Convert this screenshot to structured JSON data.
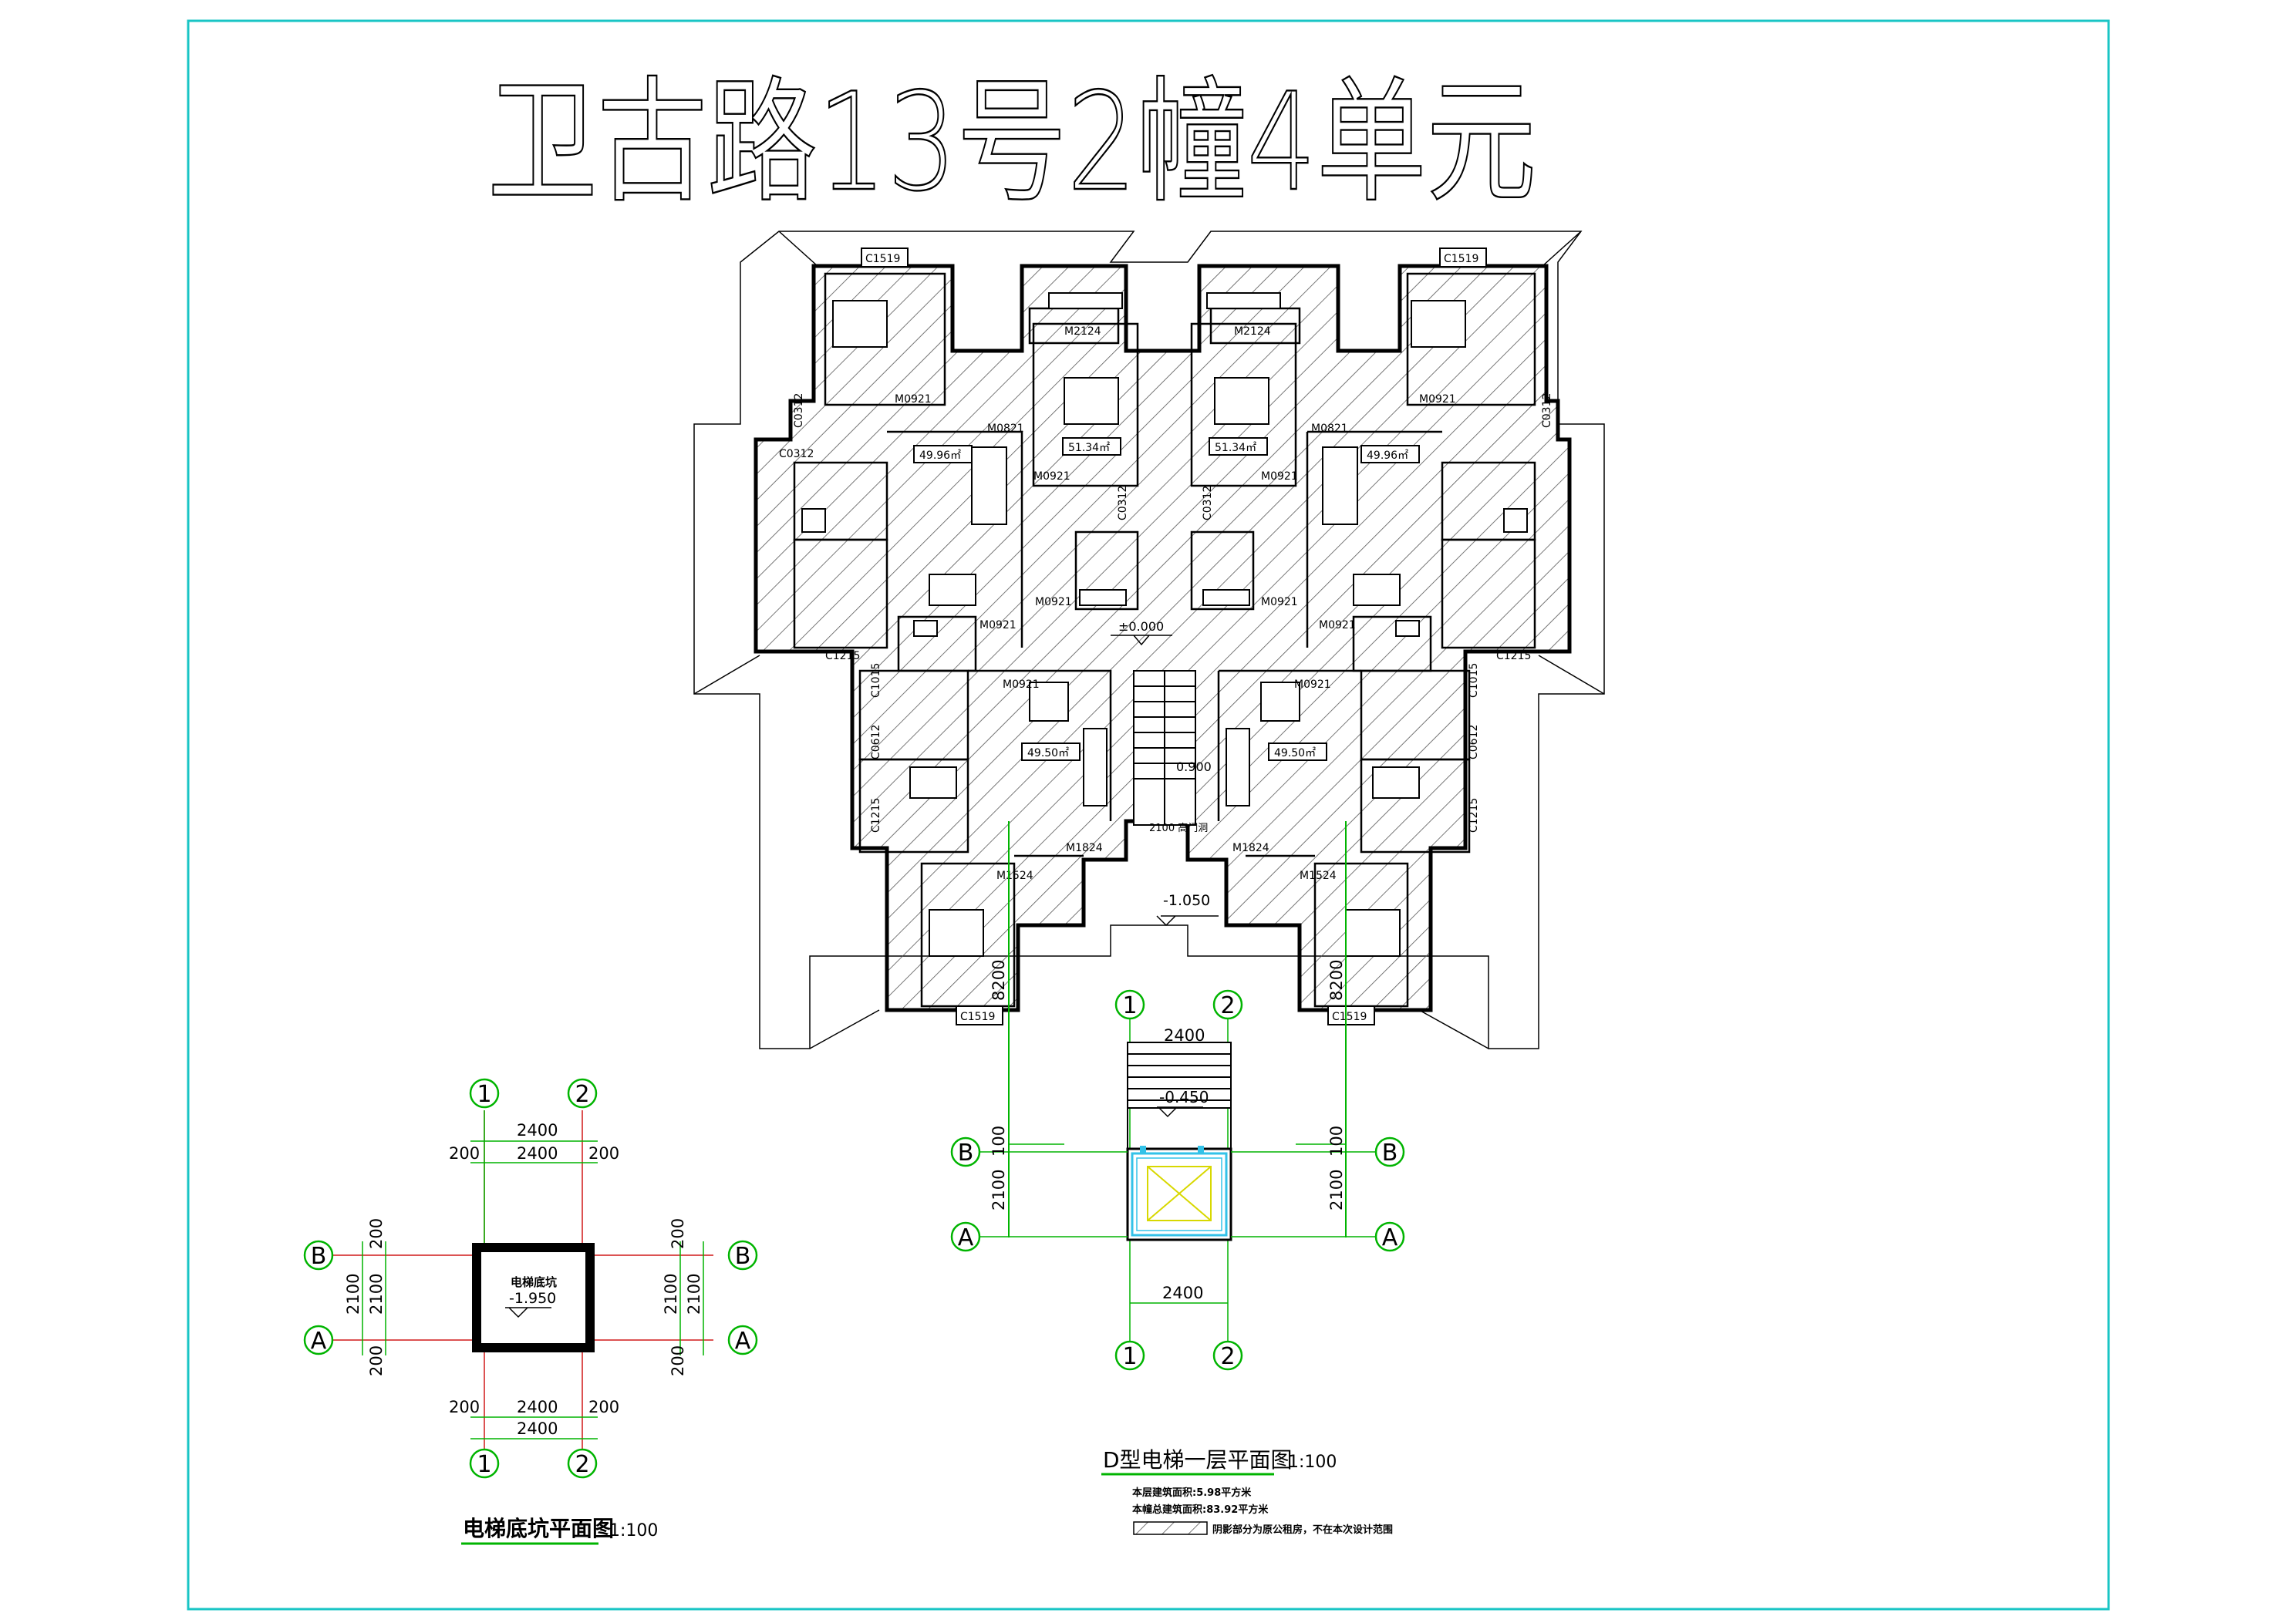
{
  "title": "卫古路13号2幢4单元",
  "main_plan": {
    "windows": [
      "C1519",
      "C1519",
      "C1519",
      "C1519",
      "C0312",
      "C0312",
      "C0312",
      "C0312",
      "C0312",
      "C1215",
      "C1215",
      "C1215",
      "C1215",
      "C1015",
      "C1015",
      "C0612",
      "C0612"
    ],
    "doors": [
      "M2124",
      "M2124",
      "M0921",
      "M0921",
      "M0921",
      "M0921",
      "M0921",
      "M0921",
      "M0921",
      "M0921",
      "M0921",
      "M0921",
      "M1524",
      "M1524",
      "M1824",
      "M1824",
      "M0821",
      "M0821"
    ],
    "areas": [
      "49.96㎡",
      "49.96㎡",
      "51.34㎡",
      "51.34㎡",
      "49.50㎡",
      "49.50㎡"
    ],
    "levels": [
      "±0.000",
      "0.900",
      "-1.050"
    ],
    "opening_label": "2100 高门洞",
    "dims": [
      "8200",
      "8200"
    ]
  },
  "elevator_first_floor": {
    "grid_top": [
      "1",
      "2"
    ],
    "grid_bottom": [
      "1",
      "2"
    ],
    "grid_left": [
      "B",
      "A"
    ],
    "grid_right": [
      "B",
      "A"
    ],
    "dims": [
      "2400",
      "2400",
      "100",
      "2100",
      "100",
      "2100"
    ],
    "level": "-0.450",
    "title": "D型电梯一层平面图",
    "scale": "1:100",
    "note1": "本层建筑面积:5.98平方米",
    "note2": "本幢总建筑面积:83.92平方米",
    "legend": "阴影部分为原公租房，不在本次设计范围"
  },
  "elevator_pit": {
    "grid_top": [
      "1",
      "2"
    ],
    "grid_bottom": [
      "1",
      "2"
    ],
    "grid_left": [
      "B",
      "A"
    ],
    "grid_right": [
      "B",
      "A"
    ],
    "dims_top": [
      "2400",
      "200",
      "2400",
      "200"
    ],
    "dims_bottom": [
      "200",
      "2400",
      "200",
      "2400"
    ],
    "dims_left": [
      "200",
      "2100",
      "2100",
      "200"
    ],
    "dims_right": [
      "200",
      "2100",
      "2100",
      "200"
    ],
    "label": "电梯底坑",
    "level": "-1.950",
    "title": "电梯底坑平面图",
    "scale": "1:100"
  },
  "colors": {
    "frame": "#19c5c5",
    "grid_green": "#00b400",
    "axis_red": "#d01818",
    "elevator_cyan": "#33c2e8",
    "elevator_yellow": "#d8d800",
    "ink": "#000000"
  }
}
